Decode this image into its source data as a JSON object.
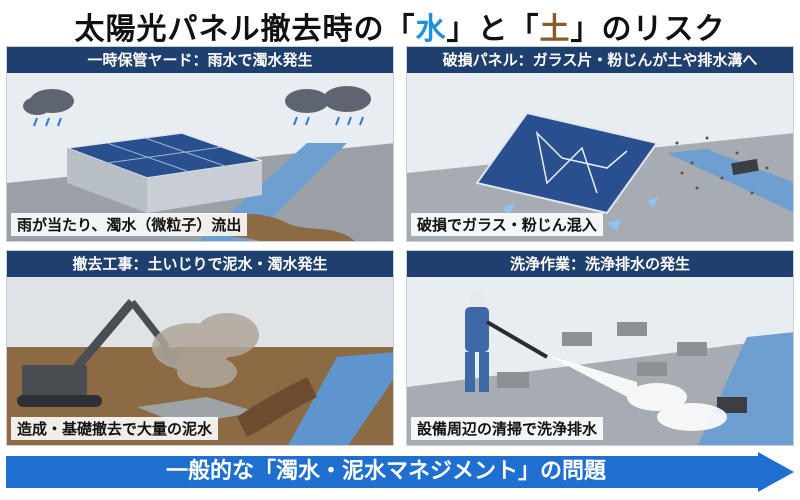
{
  "title": {
    "prefix": "太陽光パネル撤去時の「",
    "water": "水",
    "middle": "」と「",
    "soil": "土",
    "suffix": "」のリスク"
  },
  "panels": [
    {
      "header": "一時保管ヤード：雨水で濁水発生",
      "caption": "雨が当たり、濁水（微粒子）流出"
    },
    {
      "header": "破損パネル：ガラス片・粉じんが土や排水溝へ",
      "caption": "破損でガラス・粉じん混入"
    },
    {
      "header": "撤去工事：土いじりで泥水・濁水発生",
      "caption": "造成・基礎撤去で大量の泥水"
    },
    {
      "header": "洗浄作業：洗浄排水の発生",
      "caption": "設備周辺の清掃で洗浄排水"
    }
  ],
  "banner": {
    "text": "一般的な「濁水・泥水マネジメント」の問題"
  },
  "colors": {
    "header_bg": "#1f3f6e",
    "water_accent": "#1e90e0",
    "soil_accent": "#8b5a2b",
    "banner_blue": "#1f6fd1"
  }
}
